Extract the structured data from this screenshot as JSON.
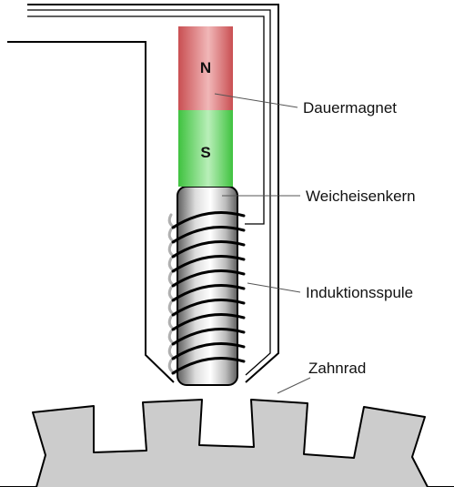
{
  "magnet": {
    "north_label": "N",
    "south_label": "S",
    "north_color": "#d6696b",
    "south_color": "#4fcf4f"
  },
  "labels": {
    "permanent_magnet": "Dauermagnet",
    "soft_iron_core": "Weicheisenkern",
    "induction_coil": "Induktionsspule",
    "gear_wheel": "Zahnrad"
  },
  "colors": {
    "gear": "#cccccc",
    "outline": "#000000",
    "core_light": "#f4f4f4",
    "core_dark": "#6e6e6e"
  }
}
